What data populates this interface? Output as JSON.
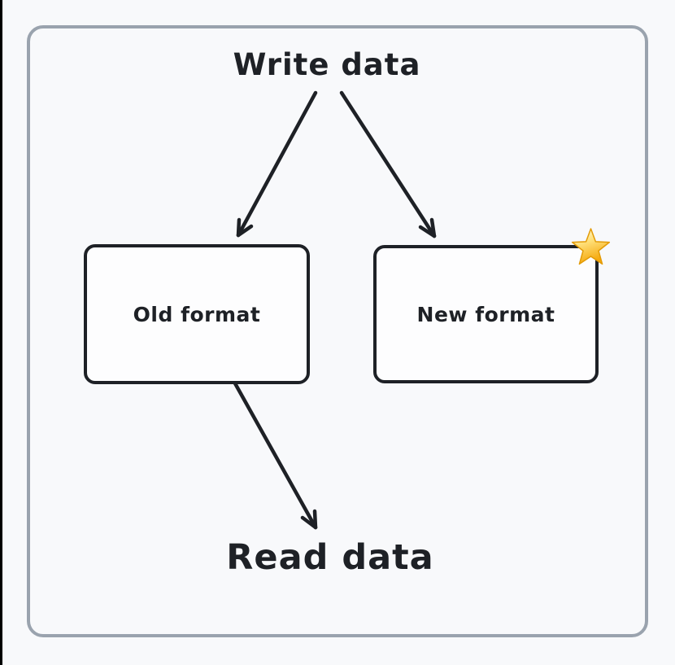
{
  "diagram": {
    "source_label": "Write data",
    "sink_label": "Read data",
    "nodes": {
      "old": {
        "label": "Old format"
      },
      "new": {
        "label": "New format",
        "badge": "star-icon"
      }
    },
    "edges": [
      {
        "from": "Write data",
        "to": "Old format"
      },
      {
        "from": "Write data",
        "to": "New format"
      },
      {
        "from": "Old format",
        "to": "Read data"
      }
    ],
    "colors": {
      "ink": "#1e2126",
      "frame_border": "#9aa3ae",
      "background": "#f8f9fb",
      "node_fill": "#fdfdfe",
      "star_gold": "#f5a80c",
      "star_highlight": "#fff6c5"
    }
  }
}
